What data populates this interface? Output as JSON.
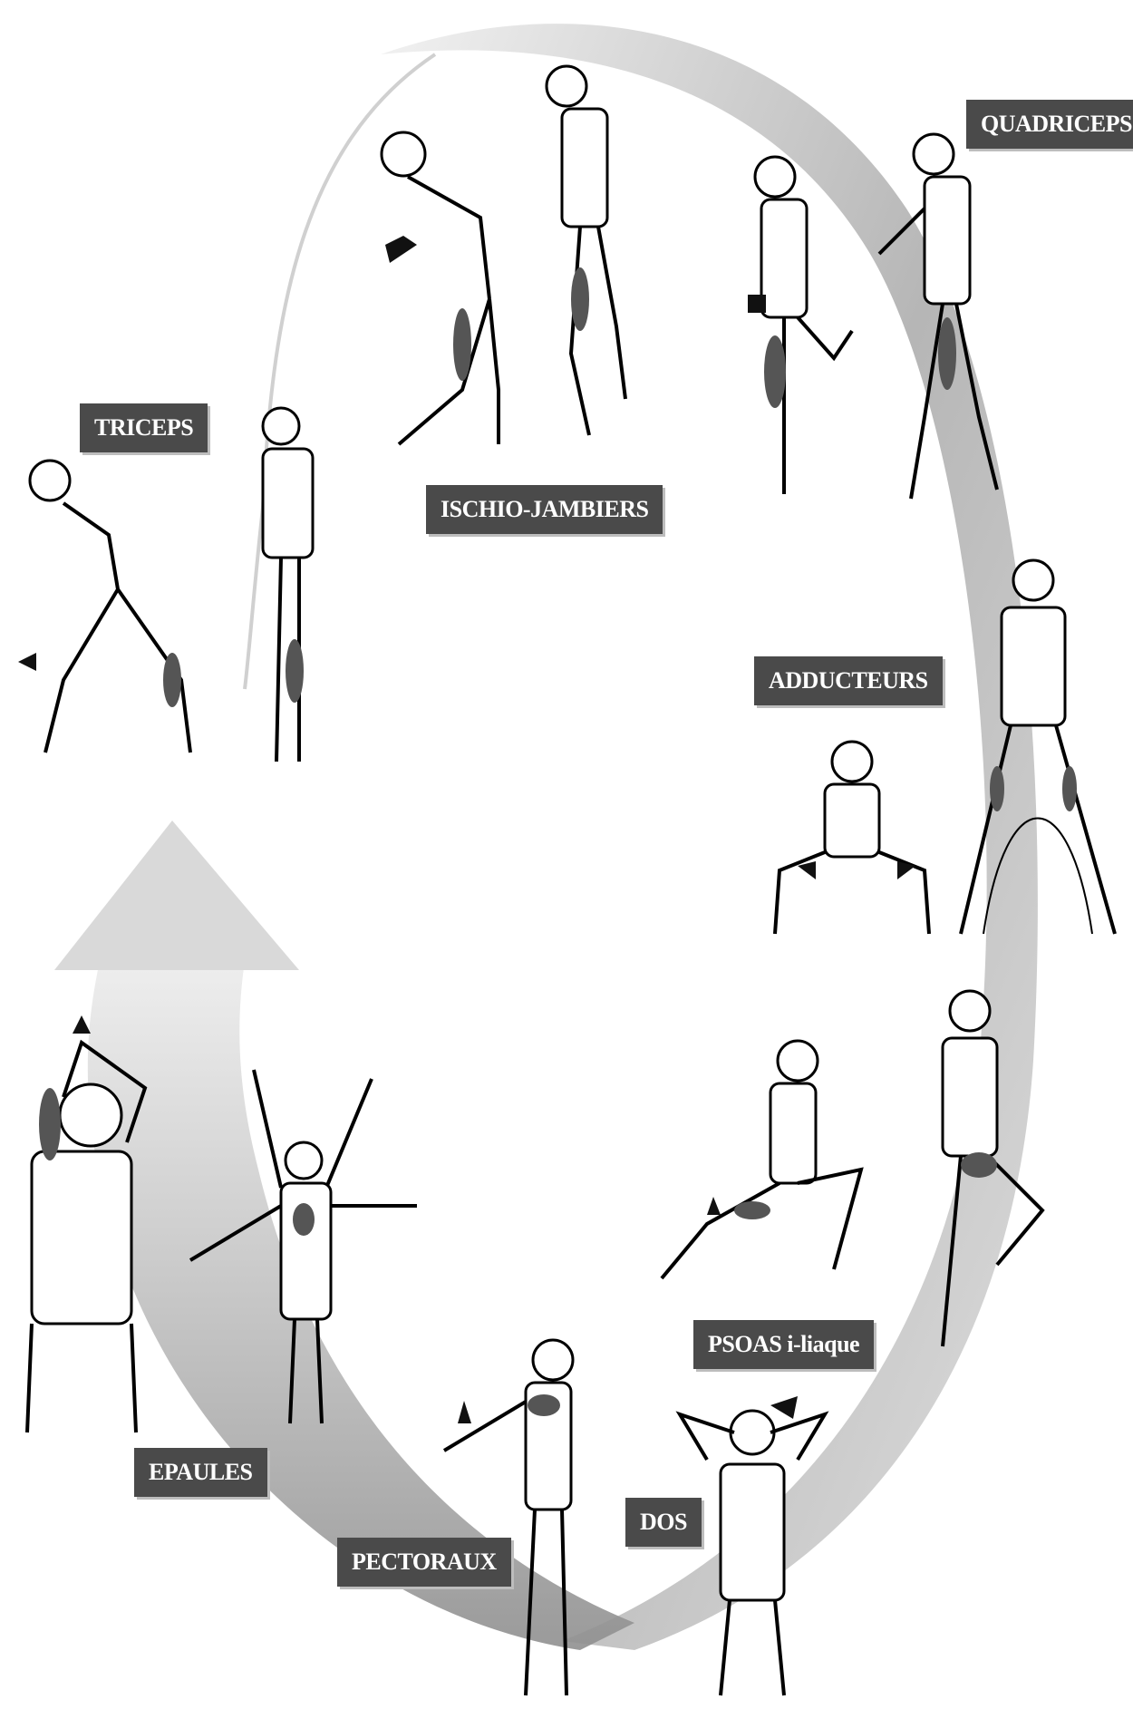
{
  "labels": {
    "quadriceps": "QUADRICEPS",
    "triceps": "TRICEPS",
    "ischio_jambiers": "ISCHIO-JAMBIERS",
    "adducteurs": "ADDUCTEURS",
    "psoas": "PSOAS i-liaque",
    "dos": "DOS",
    "epaules": "EPAULES",
    "pectoraux": "PECTORAUX"
  },
  "colors": {
    "label_bg": "#4a4a4a",
    "label_text": "#ffffff",
    "cycle_arrow": "#c8c8c8",
    "muscle_highlight": "#555555",
    "stretch_arrow": "#111111"
  },
  "icons": {
    "cycle": "circular-arrow-icon",
    "stretch_direction": "black-arrow-icon"
  }
}
